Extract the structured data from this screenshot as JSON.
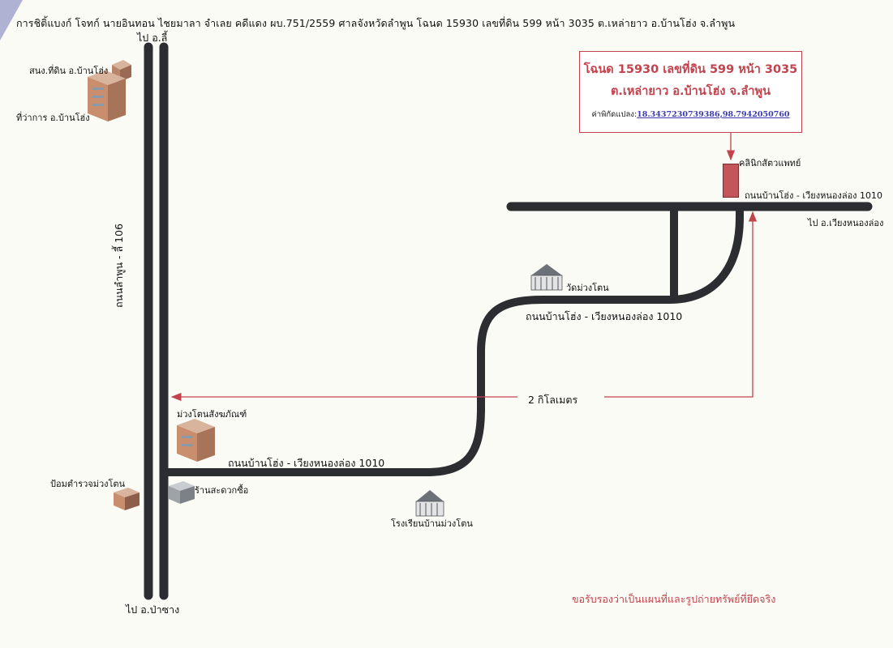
{
  "header": "การชิติ้แบงก์ โจทก์ นายอินทอน ไชยมาลา จำเลย คดีแดง ผบ.751/2559 ศาลจังหวัดลำพูน โฉนด 15930 เลขที่ดิน 599 หน้า 3035 ต.เหล่ายาว อ.บ้านโฮ่ง จ.ลำพูน",
  "info_box": {
    "line1": "โฉนด 15930 เลขที่ดิน 599 หน้า 3035",
    "line2": "ต.เหล่ายาว อ.บ้านโฮ่ง จ.ลำพูน",
    "coord_label": "ค่าพิกัดแปลง:",
    "coord_value": "18.3437230739386,98.7942050760"
  },
  "destinations": {
    "top": "ไป อ.ลี้",
    "bottom": "ไป อ.ป่าซาง",
    "right": "ไป อ.เวียงหนองล่อง"
  },
  "roads": {
    "main_vertical": "ถนนลำพูน - ลี้ 106",
    "upper_right": "ถนนบ้านโฮ่ง - เวียงหนองล่อง 1010",
    "middle": "ถนนบ้านโฮ่ง - เวียงหนองล่อง 1010",
    "lower": "ถนนบ้านโฮ่ง - เวียงหนองล่อง 1010"
  },
  "landmarks": {
    "land_office": "สนง.ที่ดิน อ.บ้านโฮ่ง",
    "district_office": "ที่ว่าการ อ.บ้านโฮ่ง",
    "clinic": "คลินิกสัตวแพทย์",
    "temple": "วัดม่วงโตน",
    "cooperative": "ม่วงโตนสังฆภัณฑ์",
    "police_box": "ป้อมตำรวจม่วงโตน",
    "shop": "ร้านสะดวกซื้อ",
    "school": "โรงเรียนบ้านม่วงโตน"
  },
  "distance": "2 กิโลเมตร",
  "certification": "ขอรับรองว่าเป็นแผนที่และรูปถ่ายทรัพย์ที่ยึดจริง",
  "colors": {
    "road": "#2b2d31",
    "accent": "#c2434d",
    "building": "#c98e6e"
  }
}
